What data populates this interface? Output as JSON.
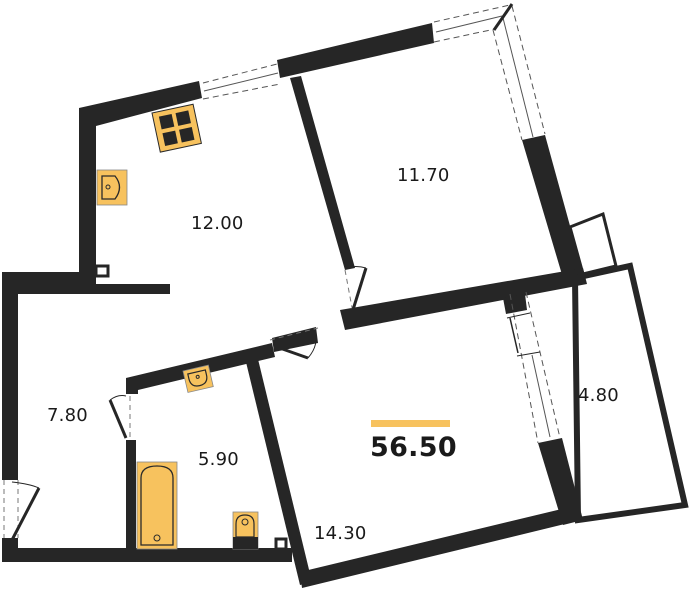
{
  "plan": {
    "total_area": "56.50",
    "colors": {
      "wall": "#262626",
      "fixture_fill": "#f7c25e",
      "fixture_stroke": "#2a2a2a",
      "accent_bar": "#f7c25e",
      "background": "#ffffff"
    },
    "rooms": [
      {
        "id": "kitchen",
        "area": "12.00"
      },
      {
        "id": "bedroom",
        "area": "11.70"
      },
      {
        "id": "hallway",
        "area": "7.80"
      },
      {
        "id": "bathroom",
        "area": "5.90"
      },
      {
        "id": "living-room",
        "area": "14.30"
      },
      {
        "id": "loggia",
        "area": "4.80"
      }
    ],
    "icons": [
      "stove-icon",
      "kitchen-sink-icon",
      "bathroom-sink-icon",
      "bathtub-icon",
      "toilet-icon",
      "door-icon",
      "window-icon",
      "ventilation-shaft-icon"
    ]
  }
}
